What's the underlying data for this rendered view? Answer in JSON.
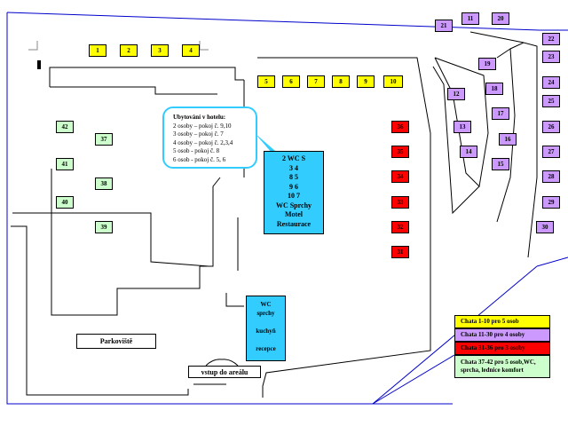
{
  "yellow_cabins_top": [
    "1",
    "2",
    "3",
    "4"
  ],
  "yellow_cabins_mid": [
    "5",
    "6",
    "7",
    "8",
    "9",
    "10"
  ],
  "green_cabins": [
    "42",
    "37",
    "41",
    "38",
    "40",
    "39"
  ],
  "red_cabins": [
    "36",
    "35",
    "34",
    "33",
    "32",
    "31"
  ],
  "purple_cabins": [
    "21",
    "11",
    "20",
    "22",
    "23",
    "19",
    "24",
    "18",
    "12",
    "25",
    "17",
    "13",
    "26",
    "16",
    "14",
    "27",
    "15",
    "28",
    "29",
    "30"
  ],
  "hotel_info": {
    "title": "Ubytování v hotelu:",
    "lines": [
      "2 osoby – pokoj č.  9,10",
      "3 osoby – pokoj č.  7",
      "4 osoby – pokoj č. 2,3,4",
      "5 osob  - pokoj č.  8",
      "6 osob  - pokoj č.  5, 6"
    ]
  },
  "motel_building": {
    "lines": [
      "2   WC S",
      "3      4",
      "8      5",
      "9      6",
      "10     7",
      "WC Sprchy",
      "Motel",
      "Restaurace"
    ]
  },
  "reception_building": {
    "lines": [
      "WC",
      "sprchy",
      "",
      "kuchyň",
      "",
      "recepce"
    ]
  },
  "parking_label": "Parkoviště",
  "entrance_label": "vstup do areálu",
  "legend": [
    {
      "text": "Chata  1-10   pro 5 osob",
      "color": "#ffff00"
    },
    {
      "text": "Chata 11-30   pro 4 osoby",
      "color": "#cc99ff"
    },
    {
      "text": "Chata 31-36   pro 3 osoby",
      "color": "#ff0000"
    },
    {
      "text": "Chata 37-42   pro 5 osob,WC, sprcha, lednice komfort",
      "color": "#ccffcc"
    }
  ],
  "colors": {
    "border": "#0000cc",
    "building": "#33ccff",
    "yellow": "#ffff00",
    "green": "#ccffcc",
    "red": "#ff0000",
    "purple": "#cc99ff"
  }
}
